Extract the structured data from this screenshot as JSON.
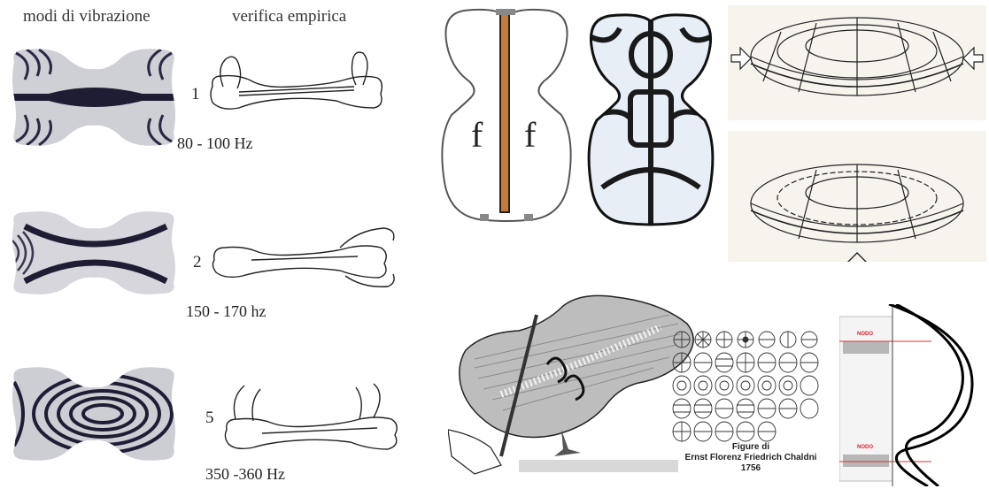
{
  "headers": {
    "modes": "modi di vibrazione",
    "empirical": "verifica empirica"
  },
  "modes": [
    {
      "number": "1",
      "frequency": "80 - 100 Hz"
    },
    {
      "number": "2",
      "frequency": "150 - 170 hz"
    },
    {
      "number": "5",
      "frequency": "350 -360 Hz"
    }
  ],
  "chladni": {
    "line1": "Figure di",
    "line2": "Ernst Florenz Friedrich Chaldni",
    "line3": "1756"
  },
  "node_labels": [
    "NODO",
    "NODO"
  ],
  "colors": {
    "plate_dark": "#1f1d33",
    "plate_light": "#d9d9de",
    "bassbar": "#c87a3a",
    "node_line": "#e03030"
  }
}
